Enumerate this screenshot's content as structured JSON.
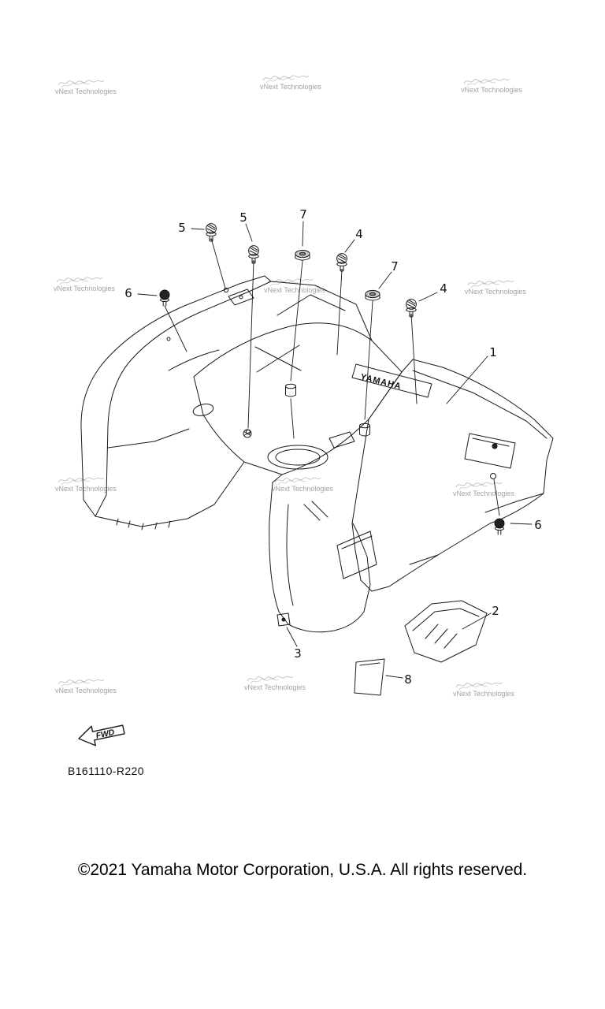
{
  "meta": {
    "watermark": "vNext Technologies",
    "part_code": "B161110-R220",
    "fwd_label": "FWD",
    "brand_label": "YAMAHA",
    "copyright": "©2021 Yamaha Motor Corporation, U.S.A. All rights reserved."
  },
  "diagram": {
    "type": "exploded-parts-view",
    "subject": "ATV rear fender assembly",
    "line_color": "#1a1a1a",
    "watermark_color": "#a3a3a3"
  },
  "callouts": [
    {
      "id": "5-left",
      "label": "5"
    },
    {
      "id": "5-mid",
      "label": "5"
    },
    {
      "id": "7-left",
      "label": "7"
    },
    {
      "id": "4-left",
      "label": "4"
    },
    {
      "id": "7-right",
      "label": "7"
    },
    {
      "id": "4-right",
      "label": "4"
    },
    {
      "id": "6-left",
      "label": "6"
    },
    {
      "id": "1-right",
      "label": "1"
    },
    {
      "id": "6-right",
      "label": "6"
    },
    {
      "id": "2-right",
      "label": "2"
    },
    {
      "id": "3-bottom",
      "label": "3"
    },
    {
      "id": "8-bottom",
      "label": "8"
    }
  ]
}
